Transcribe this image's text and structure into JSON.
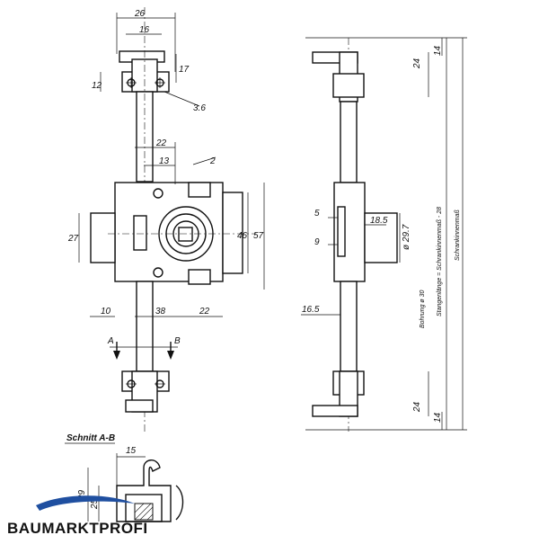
{
  "front_view": {
    "dims": [
      "26",
      "16",
      "17",
      "12",
      "3.6",
      "22",
      "13",
      "2",
      "27",
      "46",
      "57",
      "10",
      "38",
      "22"
    ],
    "section_markers": [
      "A",
      "B"
    ]
  },
  "side_view": {
    "dims": [
      "24",
      "14",
      "5",
      "18.5",
      "9",
      "ø 29.7",
      "16.5",
      "24",
      "14"
    ],
    "rotated_labels": [
      "Bohrung ø 30",
      "Stangenlänge = Schrankinnenmaß - 28",
      "Schrankinnenmaß"
    ]
  },
  "section_view": {
    "title": "Schnitt A-B",
    "dims": [
      "15",
      "29",
      "25"
    ]
  },
  "watermark": {
    "text": "BAUMARKTPROFI",
    "colors": {
      "logo_blue": "#1f4fa0",
      "text": "#111111"
    }
  }
}
